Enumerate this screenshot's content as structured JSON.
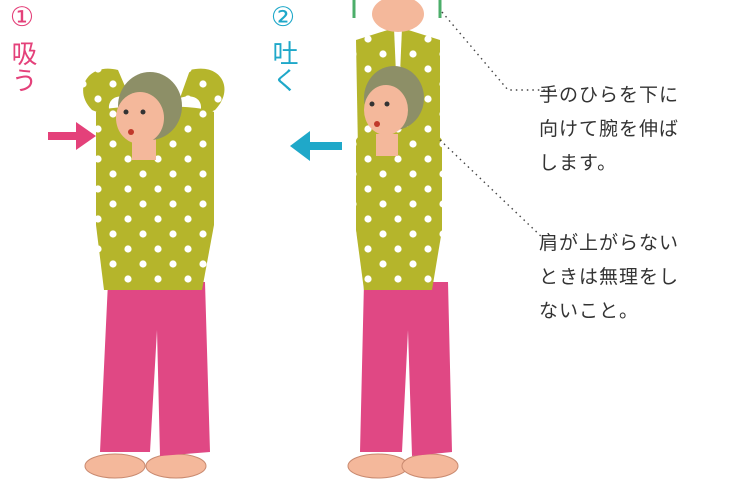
{
  "steps": [
    {
      "number": "①",
      "label": "吸う",
      "color": "#e4417a"
    },
    {
      "number": "②",
      "label": "吐く",
      "color": "#1fa8c9"
    }
  ],
  "notes": [
    {
      "text": "手のひらを下に\n向けて腕を伸ば\nします。"
    },
    {
      "text": "肩が上がらない\nときは無理をし\nないこと。"
    }
  ],
  "colors": {
    "shirt": "#b5b52b",
    "dots": "#ffffff",
    "pants": "#e04884",
    "skin": "#f4b89b",
    "hair": "#8d8f67",
    "arrow_inhale": "#e4417a",
    "arrow_exhale": "#1fa8c9"
  }
}
